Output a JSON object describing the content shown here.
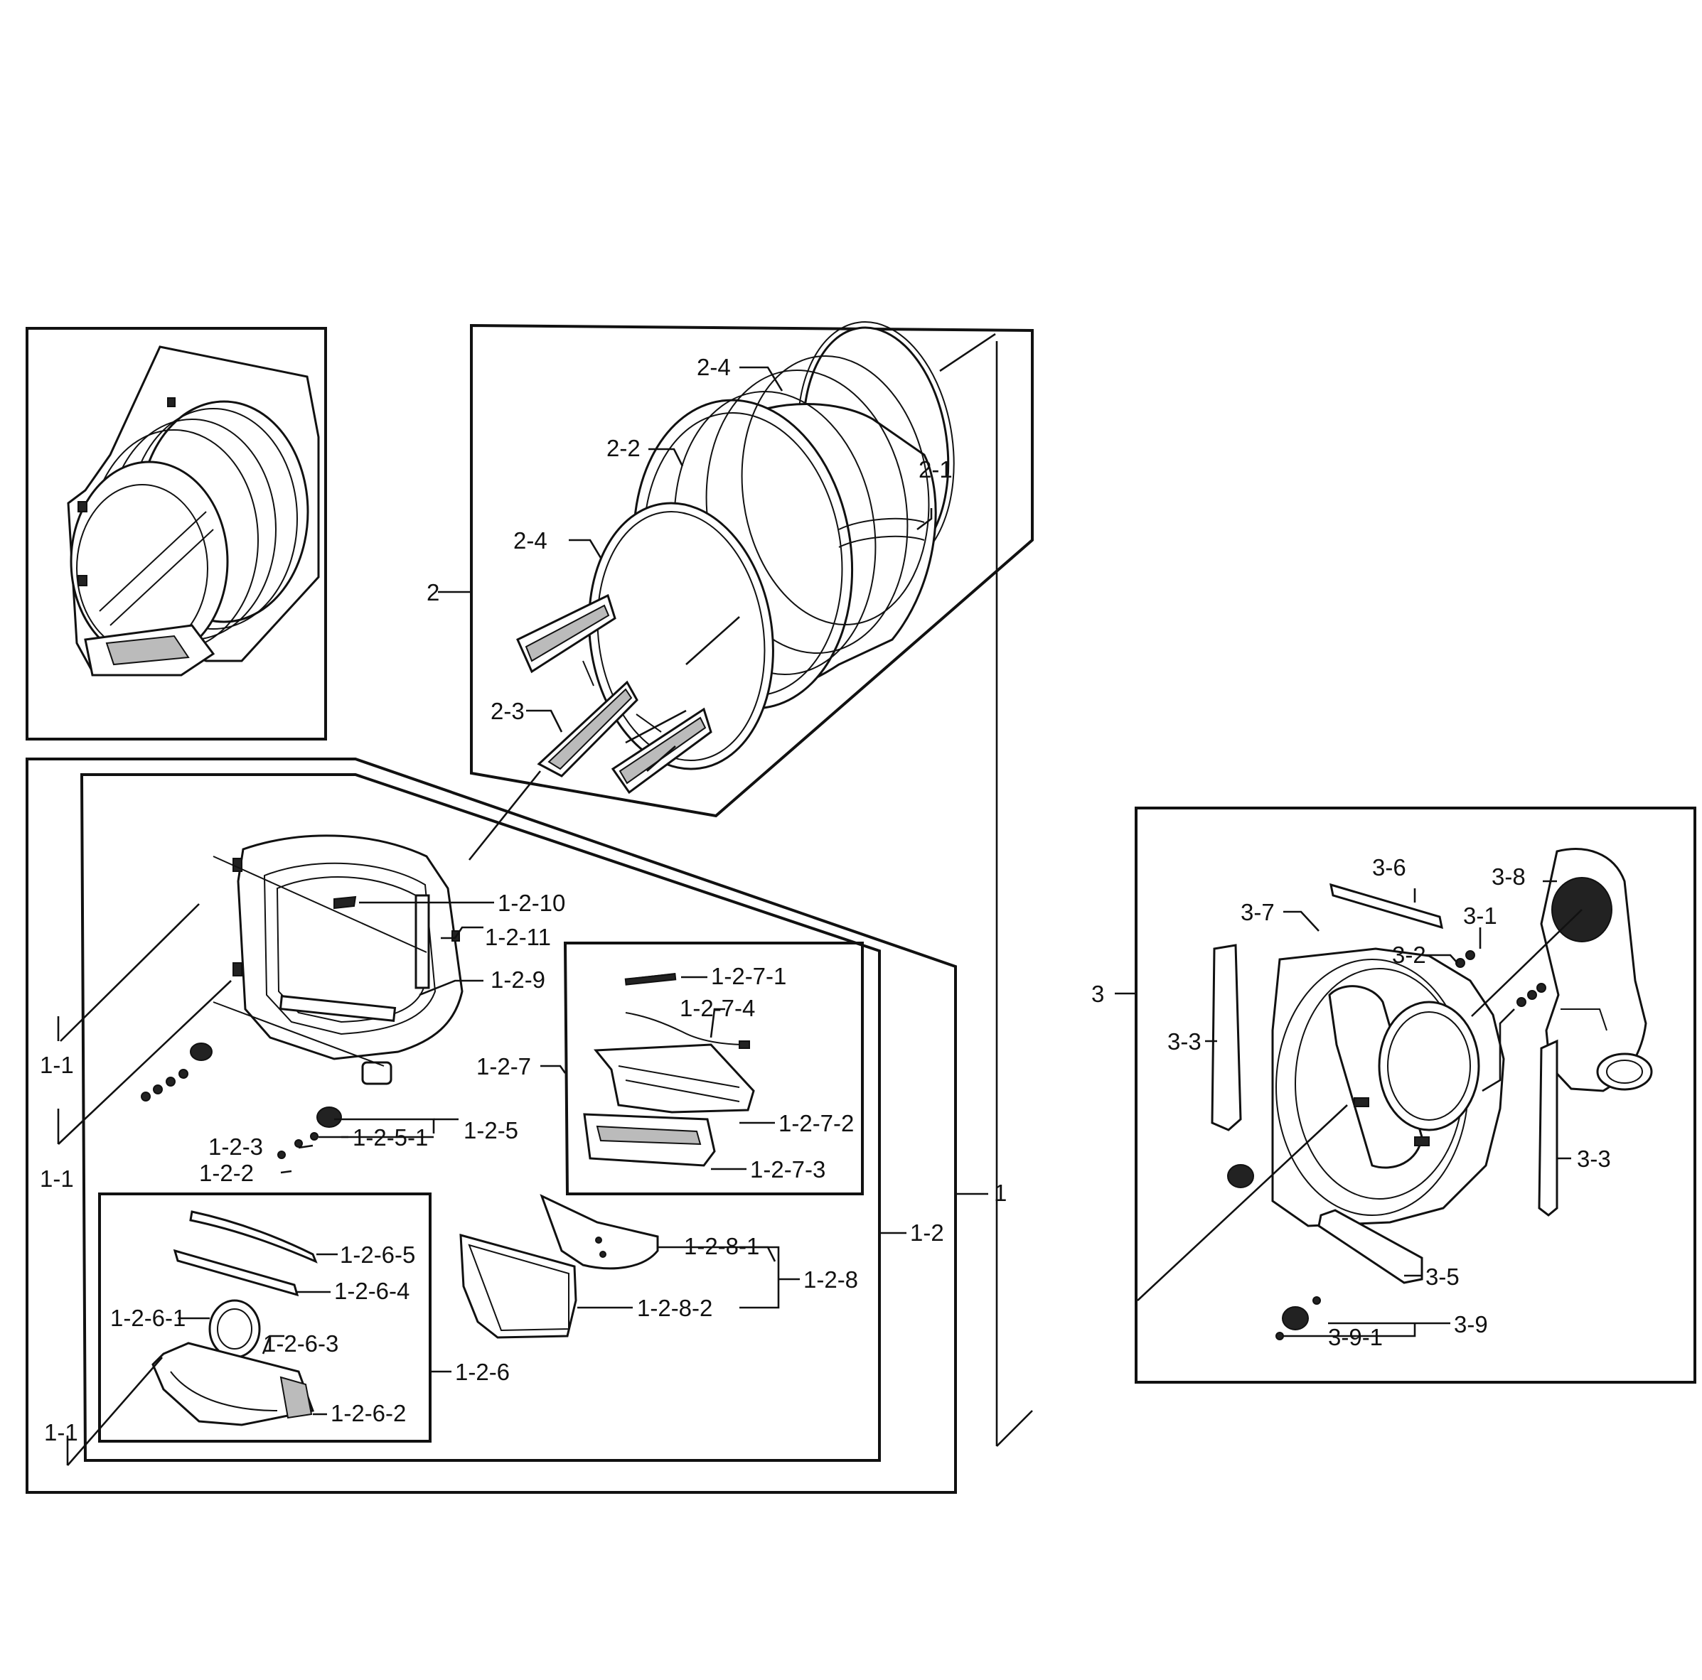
{
  "labels": {
    "l_2_4_top": "2-4",
    "l_2_2": "2-2",
    "l_2_1": "2-1",
    "l_2_4_left": "2-4",
    "l_2": "2",
    "l_2_3": "2-3",
    "l_1_2_10": "1-2-10",
    "l_1_2_11": "1-2-11",
    "l_1_2_9": "1-2-9",
    "l_1_1_a": "1-1",
    "l_1_1_b": "1-1",
    "l_1_2_5": "1-2-5",
    "l_1_2_5_1": "1-2-5-1",
    "l_1_2_3": "1-2-3",
    "l_1_2_2": "1-2-2",
    "l_1_2_7_1": "1-2-7-1",
    "l_1_2_7_4": "1-2-7-4",
    "l_1_2_7": "1-2-7",
    "l_1_2_7_2": "1-2-7-2",
    "l_1_2_7_3": "1-2-7-3",
    "l_1": "1",
    "l_1_2": "1-2",
    "l_1_2_6_5": "1-2-6-5",
    "l_1_2_6_4": "1-2-6-4",
    "l_1_2_6_1": "1-2-6-1",
    "l_1_2_6_3": "1-2-6-3",
    "l_1_2_6": "1-2-6",
    "l_1_2_6_2": "1-2-6-2",
    "l_1_1_c": "1-1",
    "l_1_2_8_1": "1-2-8-1",
    "l_1_2_8": "1-2-8",
    "l_1_2_8_2": "1-2-8-2",
    "l_3_6": "3-6",
    "l_3_8": "3-8",
    "l_3_7": "3-7",
    "l_3_1": "3-1",
    "l_3_2": "3-2",
    "l_3": "3",
    "l_3_3_left": "3-3",
    "l_3_3_right": "3-3",
    "l_3_5": "3-5",
    "l_3_9": "3-9",
    "l_3_9_1": "3-9-1"
  }
}
